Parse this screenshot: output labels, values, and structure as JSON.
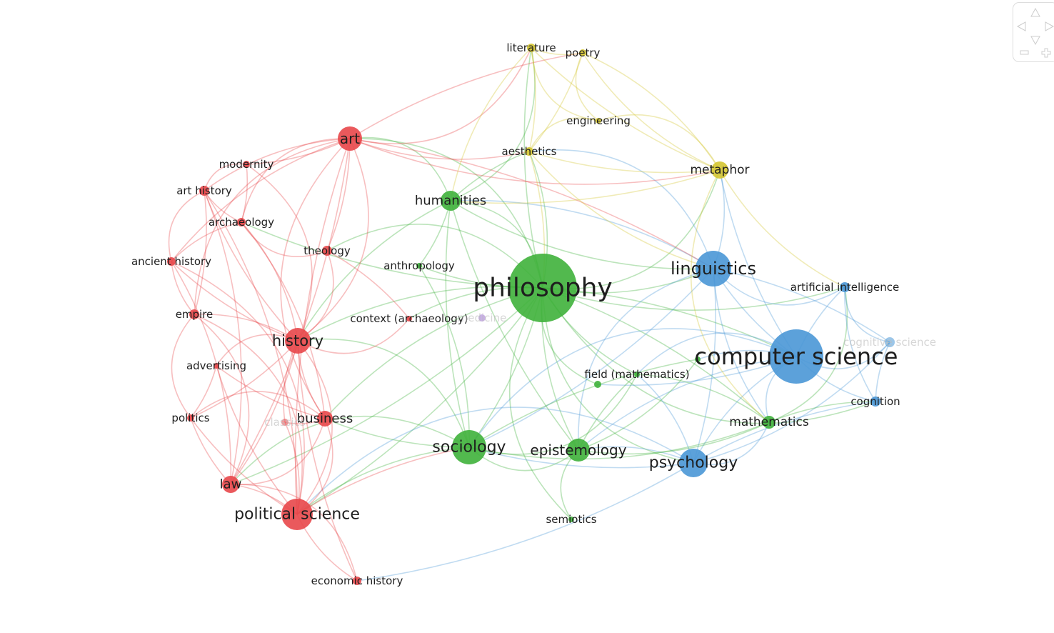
{
  "colors": {
    "red": "#e8474a",
    "green": "#3fb13b",
    "blue": "#4a97d6",
    "yellow": "#d4c531",
    "purple": "#9d6fd1"
  },
  "navigator": {
    "up": "pan-up",
    "down": "pan-down",
    "left": "pan-left",
    "right": "pan-right",
    "zoom_out": "zoom-out",
    "zoom_in": "zoom-in"
  },
  "nodes": [
    {
      "label": "philosophy",
      "cluster": "green",
      "weight": 48
    },
    {
      "label": "computer science",
      "cluster": "blue",
      "weight": 38
    },
    {
      "label": "linguistics",
      "cluster": "blue",
      "weight": 25
    },
    {
      "label": "psychology",
      "cluster": "blue",
      "weight": 20
    },
    {
      "label": "sociology",
      "cluster": "green",
      "weight": 24
    },
    {
      "label": "epistemology",
      "cluster": "green",
      "weight": 16
    },
    {
      "label": "humanities",
      "cluster": "green",
      "weight": 14
    },
    {
      "label": "political science",
      "cluster": "red",
      "weight": 22
    },
    {
      "label": "history",
      "cluster": "red",
      "weight": 18
    },
    {
      "label": "art",
      "cluster": "red",
      "weight": 17
    },
    {
      "label": "law",
      "cluster": "red",
      "weight": 12
    },
    {
      "label": "business",
      "cluster": "red",
      "weight": 11
    },
    {
      "label": "metaphor",
      "cluster": "yellow",
      "weight": 12
    },
    {
      "label": "mathematics",
      "cluster": "green",
      "weight": 9
    },
    {
      "label": "artificial intelligence",
      "cluster": "blue",
      "weight": 7
    },
    {
      "label": "cognition",
      "cluster": "blue",
      "weight": 7
    },
    {
      "label": "cognitive science",
      "cluster": "blue",
      "weight": 7,
      "faint": true
    },
    {
      "label": "literature",
      "cluster": "yellow",
      "weight": 6
    },
    {
      "label": "poetry",
      "cluster": "yellow",
      "weight": 5
    },
    {
      "label": "engineering",
      "cluster": "yellow",
      "weight": 4
    },
    {
      "label": "aesthetics",
      "cluster": "yellow",
      "weight": 6
    },
    {
      "label": "modernity",
      "cluster": "red",
      "weight": 5
    },
    {
      "label": "art history",
      "cluster": "red",
      "weight": 7
    },
    {
      "label": "archaeology",
      "cluster": "red",
      "weight": 6
    },
    {
      "label": "theology",
      "cluster": "red",
      "weight": 7
    },
    {
      "label": "ancient history",
      "cluster": "red",
      "weight": 6
    },
    {
      "label": "anthropology",
      "cluster": "green",
      "weight": 4
    },
    {
      "label": "empire",
      "cluster": "red",
      "weight": 7
    },
    {
      "label": "context (archaeology)",
      "cluster": "red",
      "weight": 4
    },
    {
      "label": "medicine",
      "cluster": "purple",
      "weight": 5,
      "faint": true
    },
    {
      "label": "advertising",
      "cluster": "red",
      "weight": 4
    },
    {
      "label": "field (mathematics)",
      "cluster": "green",
      "weight": 4
    },
    {
      "label": "politics",
      "cluster": "red",
      "weight": 5
    },
    {
      "label": "classics",
      "cluster": "red",
      "weight": 5,
      "faint": true
    },
    {
      "label": "semiotics",
      "cluster": "green",
      "weight": 4
    },
    {
      "label": "economic history",
      "cluster": "red",
      "weight": 6
    },
    {
      "label": "",
      "cluster": "green",
      "weight": 5
    },
    {
      "label": "",
      "cluster": "green",
      "weight": 4
    }
  ],
  "edges": [
    [
      0,
      1
    ],
    [
      0,
      2
    ],
    [
      0,
      3
    ],
    [
      0,
      4
    ],
    [
      0,
      5
    ],
    [
      0,
      6
    ],
    [
      0,
      7
    ],
    [
      0,
      8
    ],
    [
      0,
      9
    ],
    [
      0,
      10
    ],
    [
      0,
      11
    ],
    [
      0,
      12
    ],
    [
      0,
      13
    ],
    [
      0,
      14
    ],
    [
      0,
      15
    ],
    [
      0,
      17
    ],
    [
      0,
      20
    ],
    [
      0,
      24
    ],
    [
      0,
      26
    ],
    [
      0,
      31
    ],
    [
      0,
      34
    ],
    [
      0,
      23
    ],
    [
      0,
      28
    ],
    [
      0,
      36
    ],
    [
      1,
      2
    ],
    [
      1,
      3
    ],
    [
      1,
      13
    ],
    [
      1,
      14
    ],
    [
      1,
      15
    ],
    [
      1,
      16
    ],
    [
      1,
      12
    ],
    [
      1,
      5
    ],
    [
      1,
      4
    ],
    [
      1,
      36
    ],
    [
      1,
      37
    ],
    [
      1,
      31
    ],
    [
      2,
      3
    ],
    [
      2,
      12
    ],
    [
      2,
      14
    ],
    [
      2,
      16
    ],
    [
      2,
      13
    ],
    [
      2,
      5
    ],
    [
      2,
      4
    ],
    [
      2,
      6
    ],
    [
      2,
      20
    ],
    [
      3,
      4
    ],
    [
      3,
      5
    ],
    [
      3,
      13
    ],
    [
      3,
      15
    ],
    [
      3,
      16
    ],
    [
      3,
      7
    ],
    [
      3,
      35
    ],
    [
      3,
      31
    ],
    [
      4,
      5
    ],
    [
      4,
      6
    ],
    [
      4,
      7
    ],
    [
      4,
      8
    ],
    [
      4,
      11
    ],
    [
      4,
      26
    ],
    [
      4,
      31
    ],
    [
      4,
      37
    ],
    [
      4,
      13
    ],
    [
      4,
      10
    ],
    [
      5,
      6
    ],
    [
      5,
      13
    ],
    [
      5,
      34
    ],
    [
      5,
      31
    ],
    [
      5,
      37
    ],
    [
      6,
      9
    ],
    [
      6,
      20
    ],
    [
      6,
      8
    ],
    [
      6,
      17
    ],
    [
      6,
      26
    ],
    [
      6,
      2
    ],
    [
      7,
      8
    ],
    [
      7,
      9
    ],
    [
      7,
      10
    ],
    [
      7,
      11
    ],
    [
      7,
      32
    ],
    [
      7,
      35
    ],
    [
      7,
      27
    ],
    [
      7,
      30
    ],
    [
      7,
      22
    ],
    [
      7,
      25
    ],
    [
      7,
      4
    ],
    [
      7,
      33
    ],
    [
      8,
      9
    ],
    [
      8,
      10
    ],
    [
      8,
      11
    ],
    [
      8,
      21
    ],
    [
      8,
      22
    ],
    [
      8,
      23
    ],
    [
      8,
      24
    ],
    [
      8,
      25
    ],
    [
      8,
      27
    ],
    [
      8,
      30
    ],
    [
      8,
      32
    ],
    [
      8,
      33
    ],
    [
      8,
      28
    ],
    [
      9,
      21
    ],
    [
      9,
      22
    ],
    [
      9,
      23
    ],
    [
      9,
      24
    ],
    [
      9,
      20
    ],
    [
      9,
      17
    ],
    [
      9,
      18
    ],
    [
      9,
      12
    ],
    [
      9,
      11
    ],
    [
      9,
      10
    ],
    [
      9,
      25
    ],
    [
      9,
      27
    ],
    [
      9,
      2
    ],
    [
      10,
      25
    ],
    [
      10,
      27
    ],
    [
      10,
      32
    ],
    [
      10,
      22
    ],
    [
      10,
      11
    ],
    [
      11,
      30
    ],
    [
      11,
      23
    ],
    [
      11,
      32
    ],
    [
      12,
      17
    ],
    [
      12,
      18
    ],
    [
      12,
      19
    ],
    [
      12,
      20
    ],
    [
      12,
      14
    ],
    [
      12,
      13
    ],
    [
      12,
      6
    ],
    [
      13,
      31
    ],
    [
      13,
      14
    ],
    [
      13,
      15
    ],
    [
      14,
      15
    ],
    [
      14,
      16
    ],
    [
      15,
      16
    ],
    [
      17,
      18
    ],
    [
      17,
      19
    ],
    [
      17,
      20
    ],
    [
      17,
      6
    ],
    [
      18,
      19
    ],
    [
      18,
      20
    ],
    [
      18,
      12
    ],
    [
      19,
      20
    ],
    [
      20,
      0
    ],
    [
      20,
      2
    ],
    [
      21,
      22
    ],
    [
      21,
      23
    ],
    [
      22,
      23
    ],
    [
      22,
      25
    ],
    [
      22,
      27
    ],
    [
      23,
      25
    ],
    [
      23,
      24
    ],
    [
      24,
      28
    ],
    [
      25,
      27
    ],
    [
      27,
      32
    ],
    [
      30,
      32
    ],
    [
      33,
      11
    ],
    [
      35,
      10
    ],
    [
      35,
      8
    ]
  ]
}
